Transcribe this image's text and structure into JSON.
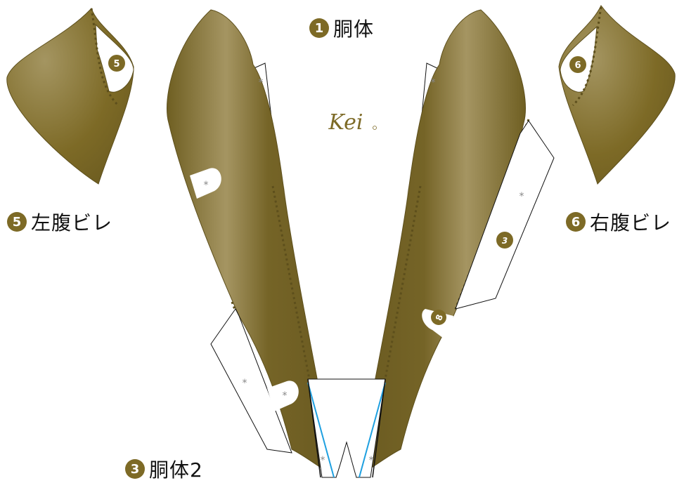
{
  "parts": {
    "p1": {
      "number": "1",
      "name": "胴体"
    },
    "p3": {
      "number": "3",
      "name": "胴体2"
    },
    "p5": {
      "number": "5",
      "name": "左腹ビレ"
    },
    "p6": {
      "number": "6",
      "name": "右腹ビレ"
    }
  },
  "piece_marks": {
    "fin_left": "5",
    "fin_right": "6",
    "body_right_tab": "3",
    "body_right_notch": "8"
  },
  "logo_text": "Kei",
  "glue_mark": "*",
  "colors": {
    "olive": "#7d6a26",
    "olive_dark": "#5d4f1c",
    "fold_line": "#1ea0e0",
    "outline": "#111111"
  }
}
